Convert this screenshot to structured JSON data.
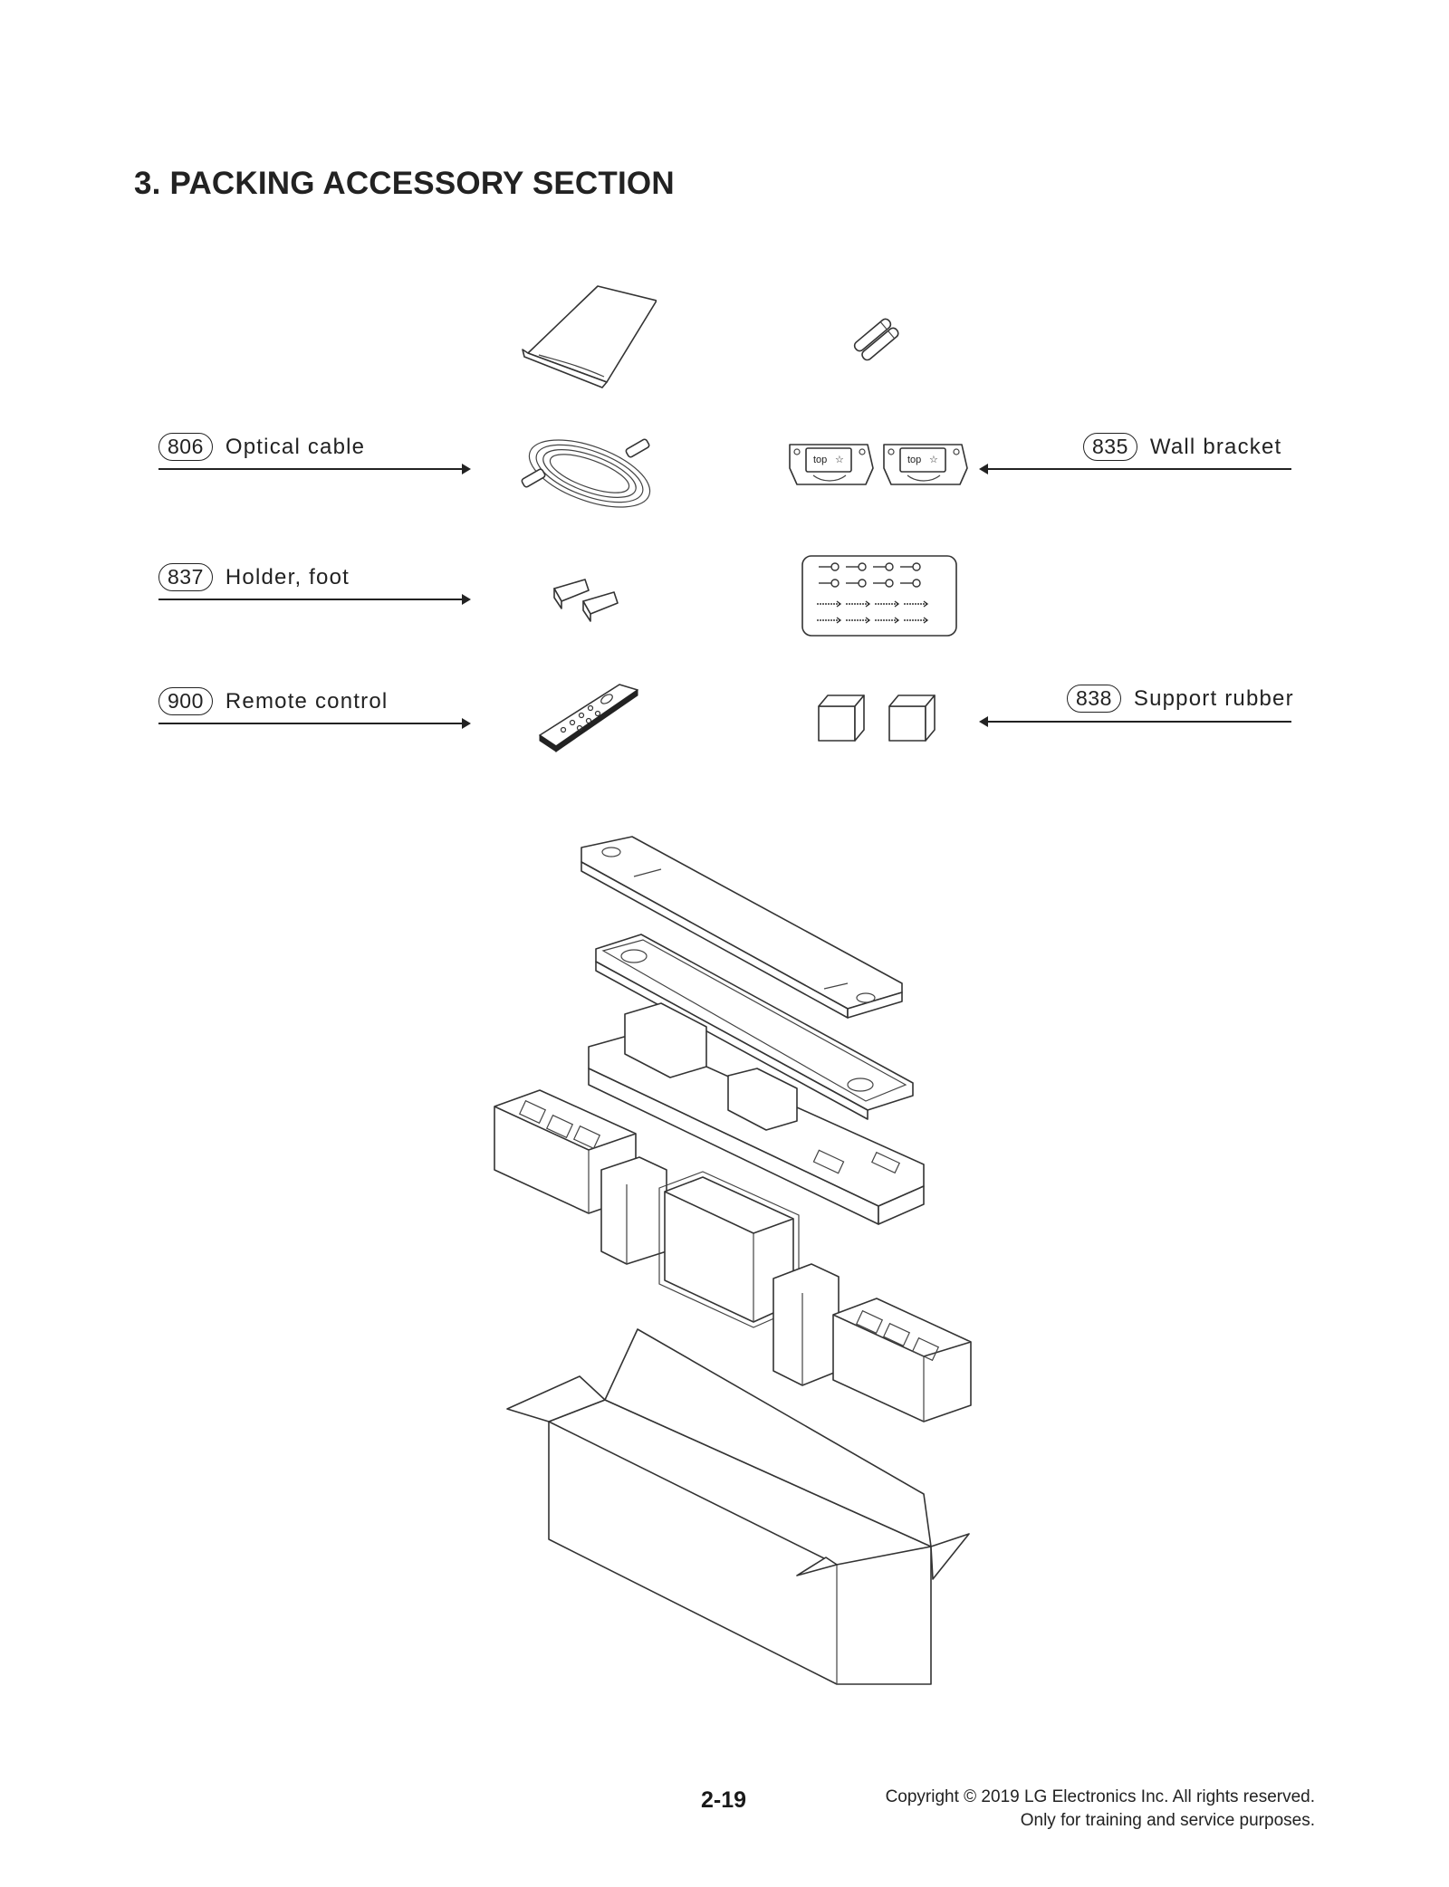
{
  "title": "3. PACKING ACCESSORY SECTION",
  "callouts": [
    {
      "id": "806",
      "label": "Optical cable"
    },
    {
      "id": "835",
      "label": "Wall bracket"
    },
    {
      "id": "837",
      "label": "Holder, foot"
    },
    {
      "id": "900",
      "label": "Remote control"
    },
    {
      "id": "838",
      "label": "Support rubber"
    }
  ],
  "bracket_tag": "top",
  "page_number": "2-19",
  "copyright": {
    "line1": "Copyright © 2019 LG Electronics Inc. All rights reserved.",
    "line2": "Only for training and service purposes."
  },
  "icons": [
    "manual-icon",
    "batteries-icon",
    "optical-cable-icon",
    "wall-bracket-icon",
    "holder-foot-icon",
    "screws-icon",
    "remote-control-icon",
    "support-rubber-icon",
    "packing-exploded-view"
  ]
}
